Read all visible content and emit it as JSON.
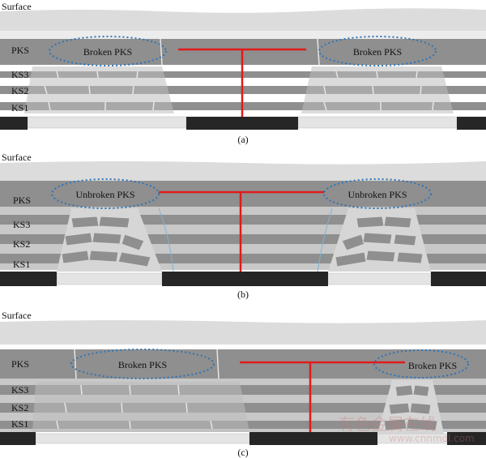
{
  "panels": [
    {
      "caption": "(a)",
      "surface_label": "Surface",
      "strata_labels": [
        "PKS",
        "KS3",
        "KS2",
        "KS1"
      ],
      "zone_labels": [
        "Broken PKS",
        "Broken PKS"
      ]
    },
    {
      "caption": "(b)",
      "surface_label": "Surface",
      "strata_labels": [
        "PKS",
        "KS3",
        "KS2",
        "KS1"
      ],
      "zone_labels": [
        "Unbroken PKS",
        "Unbroken PKS"
      ]
    },
    {
      "caption": "(c)",
      "surface_label": "Surface",
      "strata_labels": [
        "PKS",
        "KS3",
        "KS2",
        "KS1"
      ],
      "zone_labels": [
        "Broken PKS",
        "Broken PKS"
      ]
    }
  ],
  "watermark": {
    "cn": "有色金属在线",
    "url": "www.cnnmol.com"
  },
  "colors": {
    "surface": "#d9d9d9",
    "stratum": "#8c8c8c",
    "gap": "#c8c8c8",
    "pillar": "#262626",
    "ellipse": "#2e75b6",
    "support_line": "#e01b1b"
  }
}
